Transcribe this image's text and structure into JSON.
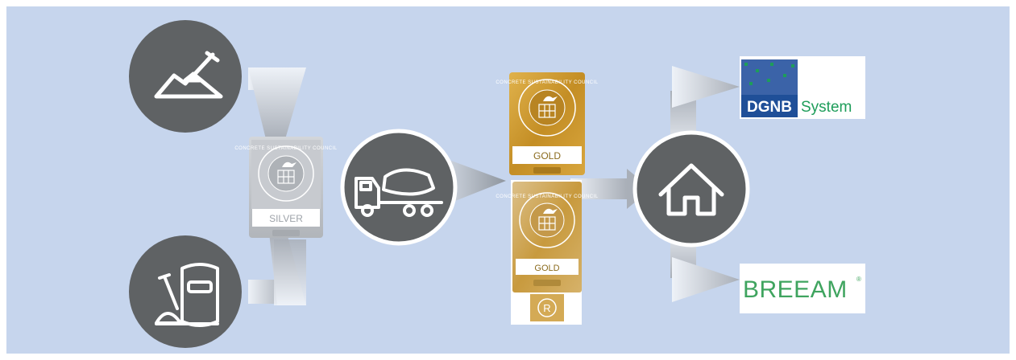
{
  "colors": {
    "panel_background": "#c6d5ed",
    "icon_circle": "#5f6264",
    "icon_outline": "#ffffff",
    "arrow_gradient_light": "#eef2f8",
    "arrow_gradient_dark": "#a9afb8",
    "silver_badge": "#b9bdc2",
    "gold_badge": "#c9962c",
    "dgnb_blue": "#1f4f98",
    "dgnb_green": "#1e9d5a",
    "breeam_green": "#3fa45f"
  },
  "nodes": {
    "raw_material_icon": "excavation-mound-icon",
    "cement_bag_icon": "cement-bag-icon",
    "concrete_truck_icon": "concrete-mixer-truck-icon",
    "building_icon": "house-icon"
  },
  "badges": {
    "silver": {
      "level": "SILVER",
      "ring_text": "CONCRETE SUSTAINABILITY COUNCIL"
    },
    "gold": {
      "level": "GOLD",
      "ring_text": "CONCRETE SUSTAINABILITY COUNCIL"
    },
    "gold_r": {
      "level": "GOLD",
      "ring_text": "CONCRETE SUSTAINABILITY COUNCIL",
      "mark": "R"
    }
  },
  "certifications": {
    "dgnb": {
      "abbr": "DGNB",
      "word": "System"
    },
    "breeam": {
      "word": "BREEAM",
      "trademark": "®"
    }
  }
}
